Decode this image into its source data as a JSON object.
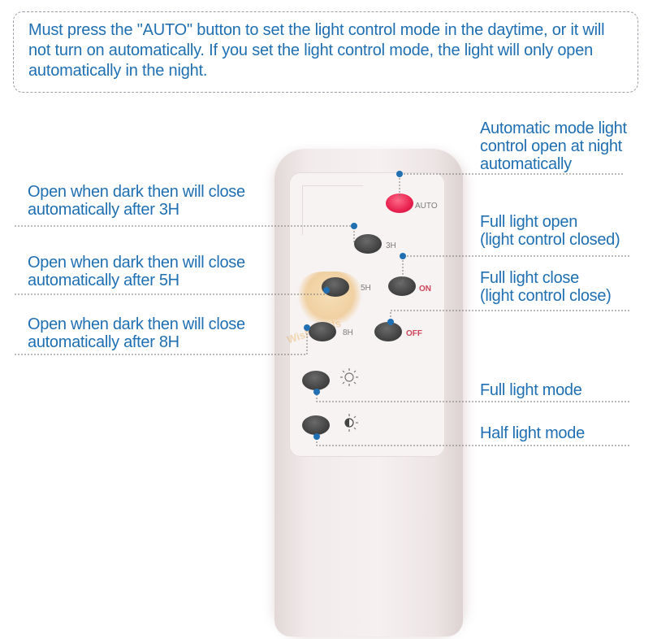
{
  "notice": {
    "text": "Must press the \"AUTO\" button to set the light control mode in the daytime, or it will not turn on automatically. If you set the light control mode, the light will only open automatically in the night."
  },
  "left_labels": [
    {
      "line1": "Open when dark then will close",
      "line2": "automatically after 3H"
    },
    {
      "line1": "Open when dark then will close",
      "line2": "automatically after 5H"
    },
    {
      "line1": "Open when dark then will close",
      "line2": "automatically after 8H"
    }
  ],
  "right_labels": [
    {
      "lines": [
        "Automatic mode light",
        "control open at night",
        "automatically"
      ]
    },
    {
      "lines": [
        "Full light open",
        "(light control closed)"
      ]
    },
    {
      "lines": [
        "Full light close",
        "(light control close)"
      ]
    },
    {
      "lines": [
        "Full light mode"
      ]
    },
    {
      "lines": [
        "Half light mode"
      ]
    }
  ],
  "remote": {
    "buttons": {
      "auto": "AUTO",
      "h3": "3H",
      "h5": "5H",
      "on": "ON",
      "h8": "8H",
      "off": "OFF"
    },
    "icons": [
      "sun-icon",
      "half-moon-icon"
    ],
    "watermark": "Wish Deals"
  },
  "colors": {
    "accent_blue": "#1f6fb2",
    "auto_button": "#e8214e",
    "button_gray": "#444444",
    "remote_body": "#f2ebeb"
  }
}
